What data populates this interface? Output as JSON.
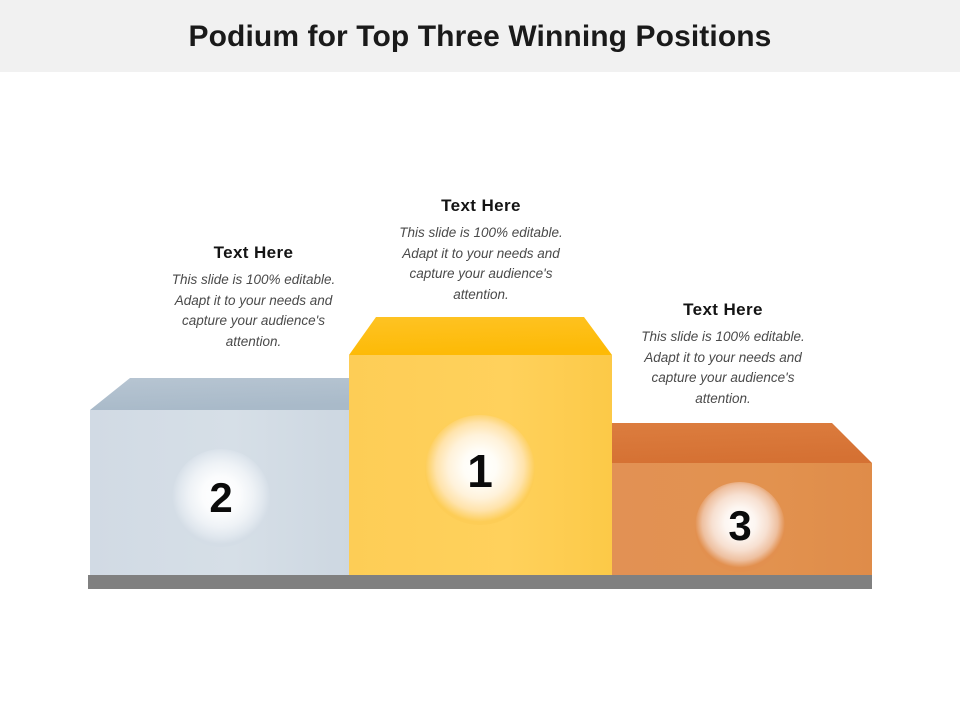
{
  "header": {
    "title": "Podium for Top Three Winning Positions",
    "band_color": "#f1f1f1"
  },
  "podium": {
    "base_strip_color": "#808080",
    "blocks": [
      {
        "rank": "2",
        "position_label": "second-place",
        "front_color": "#d4dde6",
        "top_color": "#aebecd",
        "sphere_center_color": "#ffffff",
        "callout": {
          "title": "Text Here",
          "body": "This slide is 100% editable. Adapt it to your needs and capture your audience's attention."
        }
      },
      {
        "rank": "1",
        "position_label": "first-place",
        "front_color": "#fdcd56",
        "top_color": "#fdbe14",
        "sphere_center_color": "#ffffff",
        "callout": {
          "title": "Text Here",
          "body": "This slide is 100% editable. Adapt it to your needs and capture your audience's attention."
        }
      },
      {
        "rank": "3",
        "position_label": "third-place",
        "front_color": "#e2904f",
        "top_color": "#d9773a",
        "sphere_center_color": "#ffffff",
        "callout": {
          "title": "Text Here",
          "body": "This slide is 100% editable. Adapt it to your needs and capture your audience's attention."
        }
      }
    ]
  }
}
